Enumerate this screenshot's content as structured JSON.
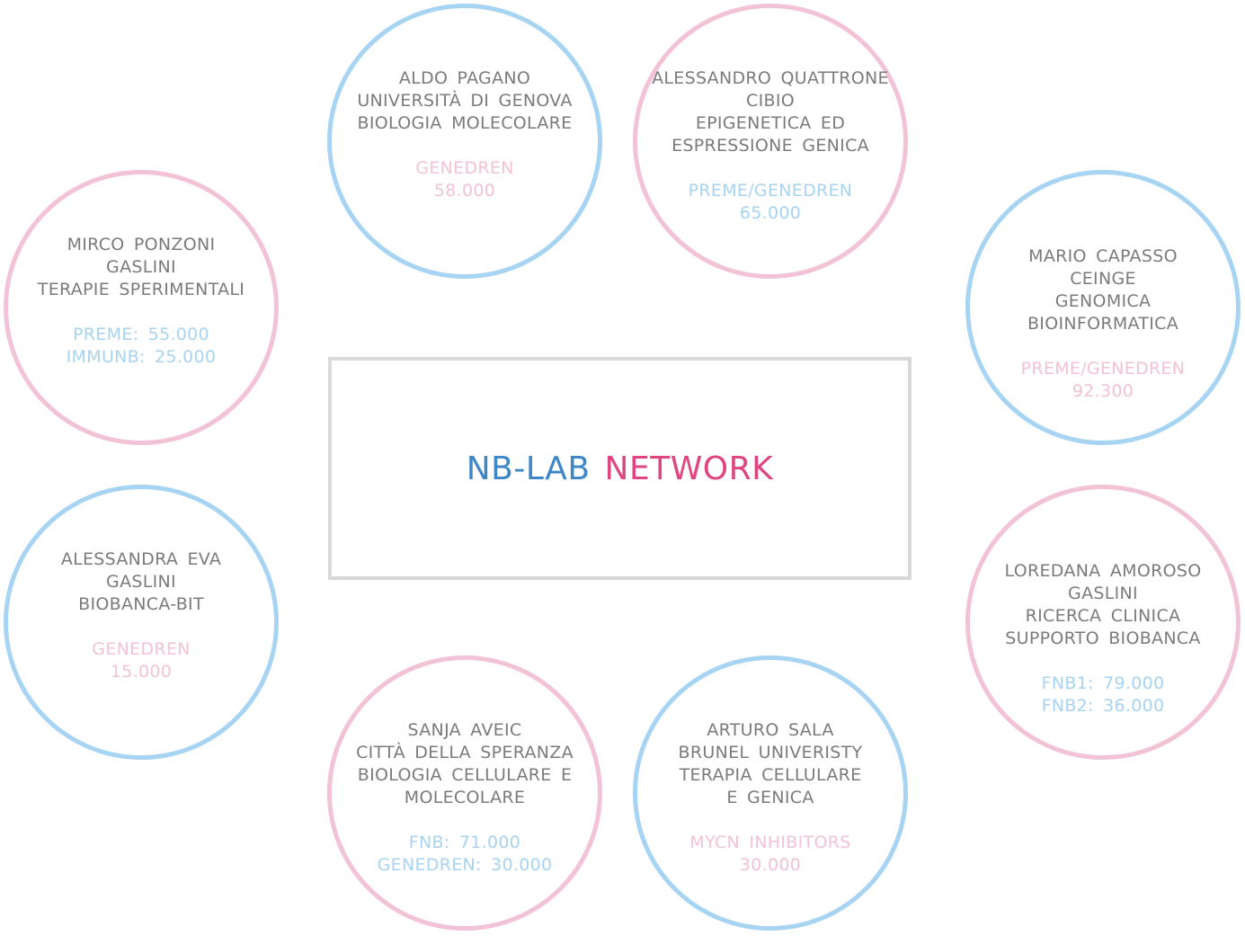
{
  "center": {
    "title_part1": "NB-LAB",
    "title_part2": "NETWORK"
  },
  "colors": {
    "blue": "#a6d4f2",
    "pink": "#f2c2d6",
    "text_gray": "#7b7b7b",
    "box_border": "#d9d9d9",
    "title_blue": "#3d86c8",
    "title_pink": "#e0457f"
  },
  "nodes": [
    {
      "id": "pagano",
      "ring": "blue",
      "fund_color": "pink",
      "lines": [
        "ALDO PAGANO",
        "UNIVERSITÀ DI GENOVA",
        "BIOLOGIA MOLECOLARE"
      ],
      "funding": [
        "GENEDREN",
        "58.000"
      ]
    },
    {
      "id": "quattrone",
      "ring": "pink",
      "fund_color": "blue",
      "lines": [
        "ALESSANDRO QUATTRONE",
        "CIBIO",
        "EPIGENETICA ED",
        "ESPRESSIONE GENICA"
      ],
      "funding": [
        "PREME/GENEDREN",
        "65.000"
      ]
    },
    {
      "id": "ponzoni",
      "ring": "pink",
      "fund_color": "blue",
      "lines": [
        "MIRCO PONZONI",
        "GASLINI",
        "TERAPIE SPERIMENTALI"
      ],
      "funding": [
        "PREME: 55.000",
        "IMMUNB: 25.000"
      ]
    },
    {
      "id": "capasso",
      "ring": "blue",
      "fund_color": "pink",
      "lines": [
        "MARIO CAPASSO",
        "CEINGE",
        "GENOMICA",
        "BIOINFORMATICA"
      ],
      "funding": [
        "PREME/GENEDREN",
        "92.300"
      ]
    },
    {
      "id": "eva",
      "ring": "blue",
      "fund_color": "pink",
      "lines": [
        "ALESSANDRA EVA",
        "GASLINI",
        "BIOBANCA-BIT"
      ],
      "funding": [
        "GENEDREN",
        "15.000"
      ]
    },
    {
      "id": "amoroso",
      "ring": "pink",
      "fund_color": "blue",
      "lines": [
        "LOREDANA AMOROSO",
        "GASLINI",
        "RICERCA CLINICA",
        "SUPPORTO BIOBANCA"
      ],
      "funding": [
        "FNB1: 79.000",
        "FNB2: 36.000"
      ]
    },
    {
      "id": "aveic",
      "ring": "pink",
      "fund_color": "blue",
      "lines": [
        "SANJA AVEIC",
        "CITTÀ DELLA SPERANZA",
        "BIOLOGIA CELLULARE E",
        "MOLECOLARE"
      ],
      "funding": [
        "FNB: 71.000",
        "GENEDREN: 30.000"
      ]
    },
    {
      "id": "sala",
      "ring": "blue",
      "fund_color": "pink",
      "lines": [
        "ARTURO SALA",
        "BRUNEL UNIVERISTY",
        "TERAPIA CELLULARE",
        "E GENICA"
      ],
      "funding": [
        "MYCN INHIBITORS",
        "30.000"
      ]
    }
  ]
}
